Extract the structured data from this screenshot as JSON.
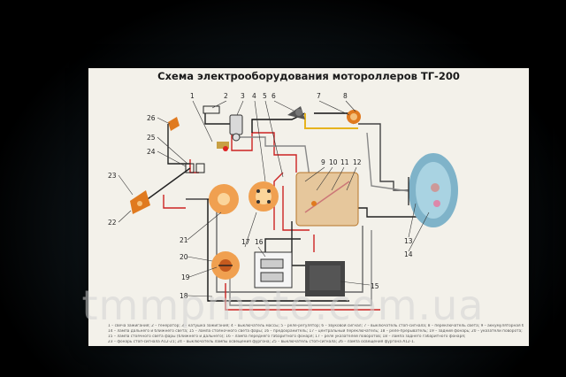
{
  "title": "Схема электрооборудования мотороллеров ТГ-200",
  "component_numbers": [
    "1",
    "2",
    "3",
    "4",
    "5",
    "6",
    "7",
    "8",
    "9",
    "10",
    "11",
    "12",
    "13",
    "14",
    "15",
    "16",
    "17",
    "18",
    "19",
    "20",
    "21",
    "22",
    "23",
    "24",
    "25",
    "26"
  ],
  "legend_lines": [
    "1 – свеча зажигания; 2 – генератор; 3 – катушка зажигания; 4 – выключатель массы; 5 – реле-регулятор; 6 – звуковой сигнал; 7 – выключатель стоп-сигнала; 8 – переключатель света; 9 – аккумуляторная батарея; 10 – амперметр; 11 – центральный переключатель; 12 – контрольная лампа; 13 – фара;",
    "14 – лампа дальнего и ближнего света; 15 – лампа стояночного света фары; 16 – предохранитель; 17 – центральный переключатель; 18 – реле-прерыватель; 19 – задний фонарь; 20 – указатели поворота; 21 – выключатель;",
    "15 – лампа стоячного света фары (ближнего и дальнего); 16 – лампа переднего габаритного фонаря; 17 – реле указателей поворотов; 18 – лампа заднего габаритного фонаря;",
    "23 – фонарь стоп-сигнала А12-21; 24 – выключатель лампы освещения фургона; 25 – выключатель стоп-сигнала; 26 – лампа освещения фургона А12-1."
  ],
  "watermark": "tmmpmoto.com.ua"
}
